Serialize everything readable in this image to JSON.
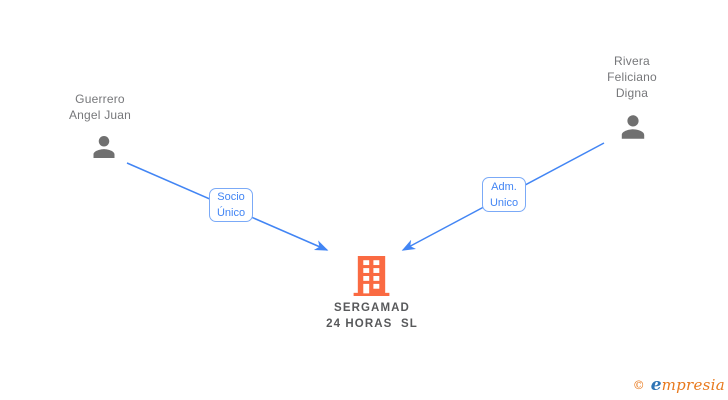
{
  "diagram": {
    "background_color": "#ffffff",
    "accent_blue": "#4285f4",
    "edge_label_border_blue": "#7baaf7",
    "accent_orange": "#fa6a42",
    "person_gray": "#707070",
    "name_text_gray": "#76777a",
    "company_text_color": "#58595b",
    "nodes": {
      "person_left": {
        "name": "Guerrero\nAngel Juan",
        "icon": "person-icon"
      },
      "person_right": {
        "name": "Rivera\nFeliciano\nDigna",
        "icon": "person-icon"
      },
      "company": {
        "name": "SERGAMAD\n24 HORAS  SL",
        "icon": "building-icon"
      }
    },
    "edges": [
      {
        "label": "Socio\nÚnico",
        "from": "person_left",
        "to": "company"
      },
      {
        "label": "Adm.\nUnico",
        "from": "person_right",
        "to": "company"
      }
    ]
  },
  "footer": {
    "copyright_symbol": "©",
    "brand_first_letter": "e",
    "brand_rest": "mpresia",
    "brand_orange": "#e8791d",
    "brand_blue": "#2e74b5"
  }
}
